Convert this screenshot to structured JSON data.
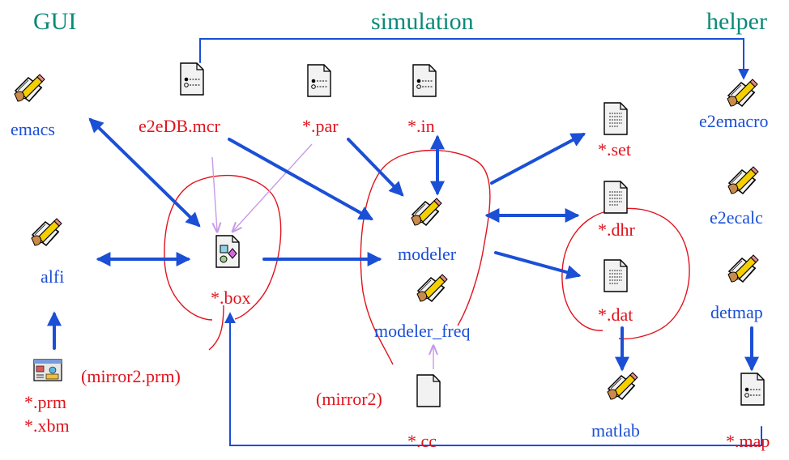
{
  "headers": {
    "gui": "GUI",
    "simulation": "simulation",
    "helper": "helper"
  },
  "programs": {
    "emacs": "emacs",
    "alfi": "alfi",
    "modeler": "modeler",
    "modeler_freq": "modeler_freq",
    "matlab": "matlab",
    "e2emacro": "e2emacro",
    "e2ecalc": "e2ecalc",
    "detmap": "detmap"
  },
  "files": {
    "e2edb": "e2eDB.mcr",
    "par": "*.par",
    "in": "*.in",
    "set": "*.set",
    "dhr": "*.dhr",
    "dat": "*.dat",
    "box": "*.box",
    "prm": "*.prm",
    "xbm": "*.xbm",
    "cc": "*.cc",
    "map": "*.map"
  },
  "notes": {
    "mirror2_prm": "(mirror2.prm)",
    "mirror2": "(mirror2)"
  },
  "colors": {
    "arrow": "#1a4fd6",
    "thin_arrow": "#c79be8",
    "circle": "#e0141e",
    "program_label": "#1a4fd6",
    "file_label": "#e0141e",
    "header": "#0a8a78"
  },
  "icons": {
    "program": "pencil-paper-icon",
    "macro_file": "config-document-icon",
    "text_file": "text-document-icon",
    "blank_file": "blank-document-icon",
    "box_file": "shapes-document-icon",
    "bitmap_file": "bitmap-icon"
  }
}
